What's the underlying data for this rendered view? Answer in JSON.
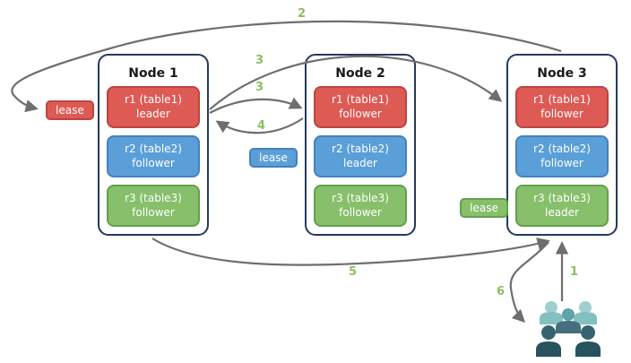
{
  "nodes": [
    {
      "title": "Node 1",
      "replicas": [
        {
          "range": "r1 (table1)",
          "role": "leader",
          "color": "red"
        },
        {
          "range": "r2 (table2)",
          "role": "follower",
          "color": "blue"
        },
        {
          "range": "r3 (table3)",
          "role": "follower",
          "color": "green"
        }
      ]
    },
    {
      "title": "Node 2",
      "replicas": [
        {
          "range": "r1 (table1)",
          "role": "follower",
          "color": "red"
        },
        {
          "range": "r2 (table2)",
          "role": "leader",
          "color": "blue"
        },
        {
          "range": "r3 (table3)",
          "role": "follower",
          "color": "green"
        }
      ]
    },
    {
      "title": "Node 3",
      "replicas": [
        {
          "range": "r1 (table1)",
          "role": "follower",
          "color": "red"
        },
        {
          "range": "r2 (table2)",
          "role": "follower",
          "color": "blue"
        },
        {
          "range": "r3 (table3)",
          "role": "leader",
          "color": "green"
        }
      ]
    }
  ],
  "leases": {
    "red": {
      "label": "lease"
    },
    "blue": {
      "label": "lease"
    },
    "green": {
      "label": "lease"
    }
  },
  "step_labels": {
    "step1": "1",
    "step2": "2",
    "step3_long": "3",
    "step3_short": "3",
    "step4": "4",
    "step5": "5",
    "step6": "6"
  },
  "icons": {
    "users": "users-group-icon"
  },
  "colors": {
    "red_fill": "#dd5a55",
    "red_border": "#bc4541",
    "blue_fill": "#5b9fd8",
    "blue_border": "#4381bd",
    "green_fill": "#87bf6b",
    "green_border": "#62a14b",
    "node_border": "#24395e",
    "arrow": "#6e6e6e",
    "step_label": "#8cbf60",
    "users_light_head": "#9fd0d0",
    "users_light_body": "#83c0c0",
    "users_mid_head": "#5fa3ad",
    "users_mid_body": "#456f7e",
    "users_dark_head": "#356470",
    "users_dark_body": "#27525f"
  }
}
